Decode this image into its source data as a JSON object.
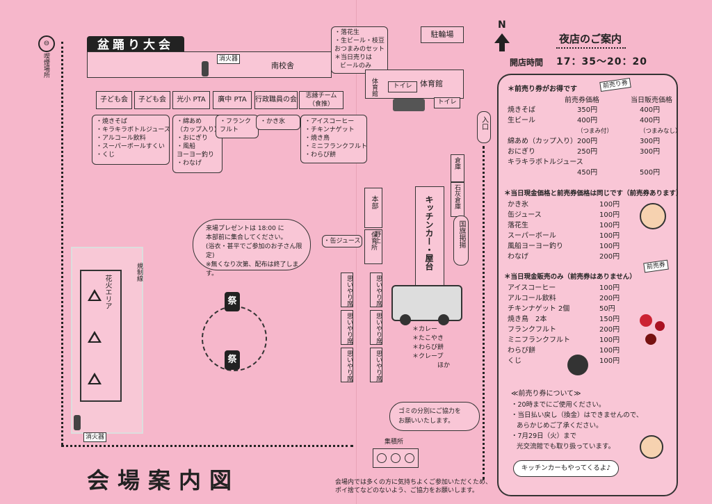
{
  "left": {
    "title": "会場案内図",
    "banner": "盆踊り大会",
    "extinguisher1": "消火器",
    "extinguisher2": "消火器",
    "smoking": "喫煙場所",
    "school": "南校舎",
    "parking": "駐輪場",
    "gym": "体育館",
    "toilet1": "トイレ",
    "toilet2": "トイレ",
    "gym_small": "体育館",
    "beer_box": [
      "・落花生",
      "・生ビール・枝豆",
      "おつまみのセット",
      "＊当日売りは",
      "ビールのみ"
    ],
    "booths": [
      "子ども会",
      "子ども会",
      "光小 PTA",
      "廣中 PTA",
      "行政職員の会",
      "志縁チーム（食推）"
    ],
    "list1": [
      "・焼きそば",
      "・キラキラボトルジュース",
      "・アルコール飲料",
      "・スーパーボールすくい",
      "・くじ"
    ],
    "list2": [
      "・綿あめ",
      "（カップ入り）",
      "・おにぎり",
      "・風船",
      "ヨーヨー釣り",
      "・わなげ"
    ],
    "list3": [
      "・フランク",
      "フルト"
    ],
    "list4": [
      "・かき氷"
    ],
    "list5": [
      "・アイスコーヒー",
      "・チキンナゲット",
      "・焼き鳥",
      "・ミニフランクフルト",
      "・わらび餅"
    ],
    "entrance": "入口",
    "storage": "倉庫",
    "lime_storage": "石灰倉庫",
    "flagpole": "国旗掲揚",
    "hq": "本部",
    "nursery": "保育所",
    "can_juice": "・缶ジュース",
    "nogami": "野上",
    "kitchen": "キッチンカー・屋台",
    "kitchen_list": [
      "＊カレー",
      "＊たこやき",
      "＊わらび餅",
      "＊クレープ",
      "ほか"
    ],
    "seat_label": "思いやり席",
    "fireworks_area": "花火エリア",
    "regulation": "規制線",
    "present_note": [
      "来場プレゼントは 18:00 に",
      "本部前に集合してください。",
      "(浴衣・甚平でご参加のお子さん限定)",
      "※無くなり次第、配布は終了します。"
    ],
    "festival1": "祭",
    "festival2": "祭",
    "garbage_note": [
      "ゴミの分別にご協力を",
      "お願いいたします。"
    ],
    "collection": "集積所",
    "footer_note": [
      "会場内では多くの方に気持ちよくご参加いただくため、",
      "ポイ捨てなどのないよう、ご協力をお願いします。"
    ]
  },
  "right": {
    "north": "N",
    "title": "夜店のご案内",
    "hours_label": "開店時間",
    "hours": "17：35～20：20",
    "advance_title": "＊前売り券がお得です",
    "advance_tag": "前売り券",
    "col_advance": "前売券価格",
    "col_sameday": "当日販売価格",
    "advance_items": [
      {
        "name": "焼きそば",
        "adv": "350円",
        "day": "400円"
      },
      {
        "name": "生ビール",
        "adv": "400円",
        "day": "400円"
      },
      {
        "name": "",
        "adv": "（つまみ付）",
        "day": "（つまみなし）"
      },
      {
        "name": "綿あめ（カップ入り）",
        "adv": "200円",
        "day": "300円"
      },
      {
        "name": "おにぎり",
        "adv": "250円",
        "day": "300円"
      },
      {
        "name": "キラキラボトルジュース",
        "adv": "",
        "day": ""
      },
      {
        "name": "",
        "adv": "450円",
        "day": "500円"
      }
    ],
    "same_title": "＊当日現金価格と前売券価格は同じです（前売券あります）",
    "same_items": [
      {
        "name": "かき氷",
        "price": "100円"
      },
      {
        "name": "缶ジュース",
        "price": "100円"
      },
      {
        "name": "落花生",
        "price": "100円"
      },
      {
        "name": "スーパーボール",
        "price": "100円"
      },
      {
        "name": "風船ヨーヨー釣り",
        "price": "100円"
      },
      {
        "name": "わなげ",
        "price": "200円"
      }
    ],
    "cash_tag": "前売券",
    "cash_title": "＊当日現金販売のみ（前売券はありません）",
    "cash_items": [
      {
        "name": "アイスコーヒー",
        "price": "100円"
      },
      {
        "name": "アルコール飲料",
        "price": "200円"
      },
      {
        "name": "チキンナゲット 2個",
        "price": "50円"
      },
      {
        "name": "焼き鳥　2本",
        "price": "150円"
      },
      {
        "name": "フランクフルト",
        "price": "200円"
      },
      {
        "name": "ミニフランクフルト",
        "price": "100円"
      },
      {
        "name": "わらび餅",
        "price": "100円"
      },
      {
        "name": "くじ",
        "price": "100円"
      }
    ],
    "notes_title": "≪前売り券について≫",
    "notes": [
      "・20時までにご使用ください。",
      "・当日払い戻し（換金）はできませんので、",
      "あらかじめご了承ください。",
      "・7月29日（火）まで",
      "光交流館でも取り扱っています。"
    ],
    "kitchen_bubble": "キッチンカーもやってくるよ♪"
  }
}
